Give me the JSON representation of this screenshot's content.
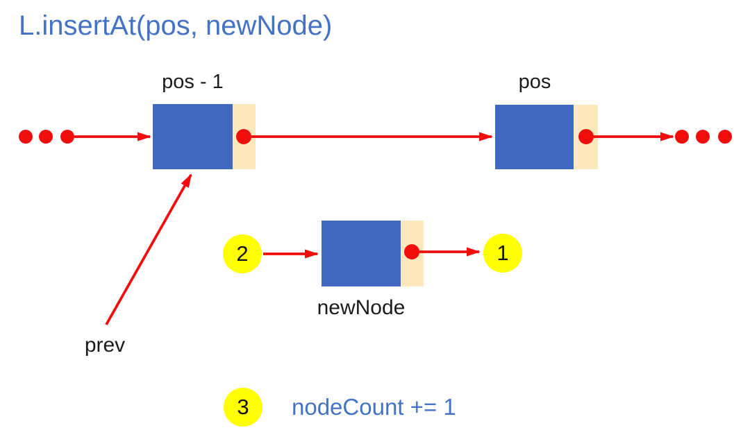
{
  "title": "L.insertAt(pos, newNode)",
  "nodes": [
    {
      "name": "prev-node",
      "label": "pos - 1"
    },
    {
      "name": "pos-node",
      "label": "pos"
    },
    {
      "name": "new-node",
      "label": "newNode"
    }
  ],
  "annotations": {
    "prev_label": "prev",
    "step3_caption": "nodeCount += 1"
  },
  "badges": [
    {
      "step": "insert-before-new",
      "number": "2"
    },
    {
      "step": "link-new-to-pos",
      "number": "1"
    },
    {
      "step": "increment-count",
      "number": "3"
    }
  ],
  "icons": {
    "pointer_dot": "red-circle",
    "ellipsis_dot": "red-circle",
    "arrow": "red-arrow"
  },
  "colors": {
    "title_blue": "#4472C4",
    "node_fill_blue": "#4068BE",
    "node_next_tan": "#FBE9BD",
    "pointer_red": "#F20D0D",
    "badge_yellow": "#FFFF00",
    "label_black": "#1B1B1B",
    "background": "#FFFFFF"
  }
}
